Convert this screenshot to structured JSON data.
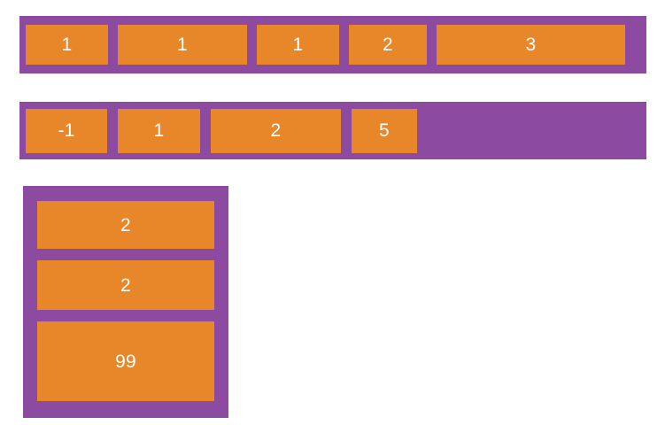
{
  "colors": {
    "container_background": "#8c4ba0",
    "item_background": "#e8862a",
    "item_text": "#ffffff",
    "page_background": "#ffffff"
  },
  "containers": [
    {
      "id": "container-1",
      "name": "flex-row-container-top",
      "direction": "row",
      "items": [
        {
          "label": "1"
        },
        {
          "label": "1"
        },
        {
          "label": "1"
        },
        {
          "label": "2"
        },
        {
          "label": "3"
        }
      ]
    },
    {
      "id": "container-2",
      "name": "flex-row-container-middle",
      "direction": "row",
      "items": [
        {
          "label": "-1"
        },
        {
          "label": "1"
        },
        {
          "label": "2"
        },
        {
          "label": "5"
        }
      ]
    },
    {
      "id": "container-3",
      "name": "flex-column-container-bottom",
      "direction": "column",
      "items": [
        {
          "label": "2"
        },
        {
          "label": "2"
        },
        {
          "label": "99"
        }
      ]
    }
  ]
}
